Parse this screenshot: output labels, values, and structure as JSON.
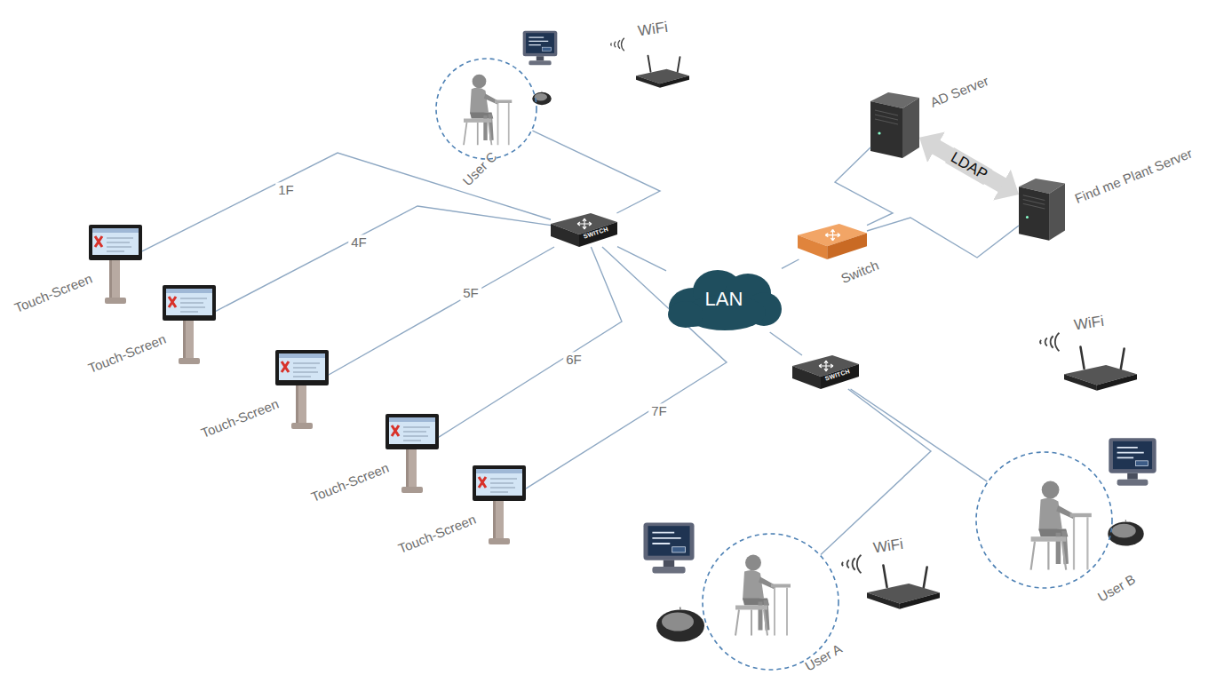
{
  "diagram": {
    "nodes": [
      {
        "text": [
          "User C"
        ]
      },
      {
        "text": [
          "SWITCH"
        ]
      },
      {
        "text": [
          "Touch-Screen"
        ]
      },
      {
        "text": [
          "Touch-Screen"
        ]
      },
      {
        "text": [
          "Touch-Screen"
        ]
      },
      {
        "text": [
          "Touch-Screen"
        ]
      },
      {
        "text": [
          "Touch-Screen"
        ]
      },
      {
        "text": [
          "LAN"
        ]
      },
      {
        "text": [
          "AD Server"
        ]
      },
      {
        "text": [
          "Find me Plant Server"
        ]
      },
      {
        "text": [
          "Switch"
        ]
      },
      {
        "text": [
          "SWITCH"
        ]
      },
      {
        "text": [
          "User A"
        ]
      },
      {
        "text": [
          "User B"
        ]
      }
    ],
    "edges": [
      {
        "from": 0,
        "to": 1,
        "arrow": "none"
      },
      {
        "from": 1,
        "to": 2,
        "arrow": "none",
        "label": "1F"
      },
      {
        "from": 1,
        "to": 3,
        "arrow": "none",
        "label": "4F"
      },
      {
        "from": 1,
        "to": 4,
        "arrow": "none",
        "label": "5F"
      },
      {
        "from": 1,
        "to": 5,
        "arrow": "none",
        "label": "6F"
      },
      {
        "from": 1,
        "to": 6,
        "arrow": "none",
        "label": "7F"
      },
      {
        "from": 1,
        "to": 7,
        "arrow": "none"
      },
      {
        "from": 7,
        "to": 10,
        "arrow": "none"
      },
      {
        "from": 10,
        "to": 8,
        "arrow": "none"
      },
      {
        "from": 10,
        "to": 9,
        "arrow": "none"
      },
      {
        "from": 8,
        "to": 9,
        "arrow": "both",
        "label": "LDAP"
      },
      {
        "from": 7,
        "to": 11,
        "arrow": "none"
      },
      {
        "from": 11,
        "to": 12,
        "arrow": "none"
      },
      {
        "from": 11,
        "to": 13,
        "arrow": "none"
      }
    ],
    "labels": [
      "WiFi",
      "WiFi",
      "WiFi"
    ]
  }
}
